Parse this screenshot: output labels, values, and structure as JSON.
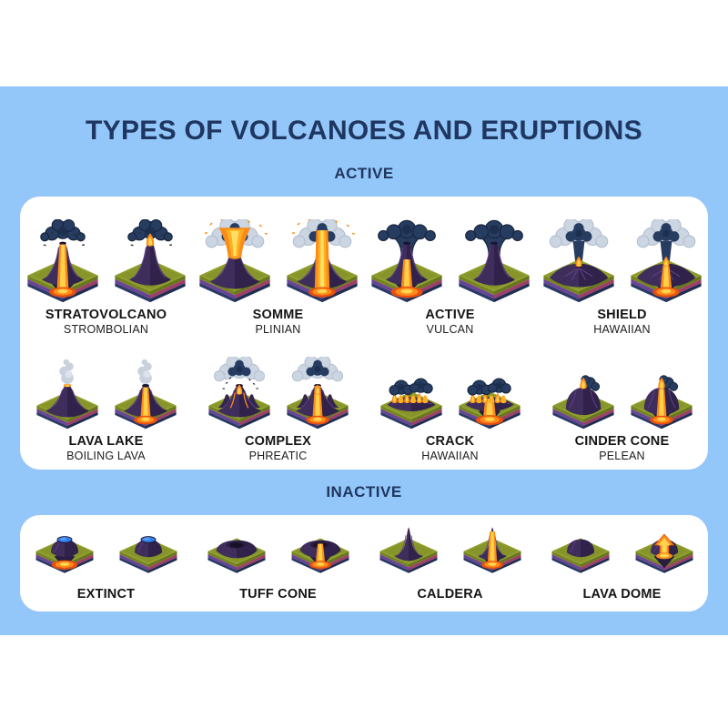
{
  "title": "TYPES OF VOLCANOES AND ERUPTIONS",
  "colors": {
    "background": "#93c6f9",
    "panel": "#ffffff",
    "heading": "#1f3760",
    "label_text": "#151515",
    "ground_green": "#8e9d2b",
    "strata_purple": "#6b4397",
    "strata_magenta": "#9d3e69",
    "strata_navy": "#2a3a66",
    "volcano_body": "#3f2d5c",
    "lava_orange": "#fb8c1a",
    "lava_yellow": "#ffd54f",
    "smoke_navy": "#273c61",
    "smoke_grey": "#ccd5e2",
    "crater_lake_blue": "#2e7ff0"
  },
  "sections": [
    {
      "id": "active",
      "label": "ACTIVE",
      "rows": [
        [
          {
            "name": "STRATOVOLCANO",
            "sub": "STROMBOLIAN",
            "icons": [
              "stratovolcano-cutaway-icon",
              "stratovolcano-icon"
            ]
          },
          {
            "name": "SOMME",
            "sub": "PLINIAN",
            "icons": [
              "somme-eruption-icon",
              "somme-cutaway-icon"
            ]
          },
          {
            "name": "ACTIVE",
            "sub": "VULCAN",
            "icons": [
              "active-cutaway-icon",
              "active-volcano-icon"
            ]
          },
          {
            "name": "SHIELD",
            "sub": "HAWAIIAN",
            "icons": [
              "shield-volcano-icon",
              "shield-cutaway-icon"
            ]
          }
        ],
        [
          {
            "name": "LAVA LAKE",
            "sub": "BOILING LAVA",
            "icons": [
              "lava-lake-icon",
              "lava-lake-cutaway-icon"
            ]
          },
          {
            "name": "COMPLEX",
            "sub": "PHREATIC",
            "icons": [
              "complex-volcano-icon",
              "complex-cutaway-icon"
            ]
          },
          {
            "name": "CRACK",
            "sub": "HAWAIIAN",
            "icons": [
              "crack-fissure-icon",
              "crack-cutaway-icon"
            ]
          },
          {
            "name": "CINDER CONE",
            "sub": "PELEAN",
            "icons": [
              "cinder-cone-icon",
              "cinder-cone-cutaway-icon"
            ]
          }
        ]
      ]
    },
    {
      "id": "inactive",
      "label": "INACTIVE",
      "rows": [
        [
          {
            "name": "EXTINCT",
            "sub": "",
            "icons": [
              "extinct-cutaway-icon",
              "extinct-volcano-icon"
            ]
          },
          {
            "name": "TUFF CONE",
            "sub": "",
            "icons": [
              "tuff-cone-icon",
              "tuff-cone-cutaway-icon"
            ]
          },
          {
            "name": "CALDERA",
            "sub": "",
            "icons": [
              "caldera-icon",
              "caldera-cutaway-icon"
            ]
          },
          {
            "name": "LAVA DOME",
            "sub": "",
            "icons": [
              "lava-dome-icon",
              "lava-dome-cutaway-icon"
            ]
          }
        ]
      ]
    }
  ]
}
